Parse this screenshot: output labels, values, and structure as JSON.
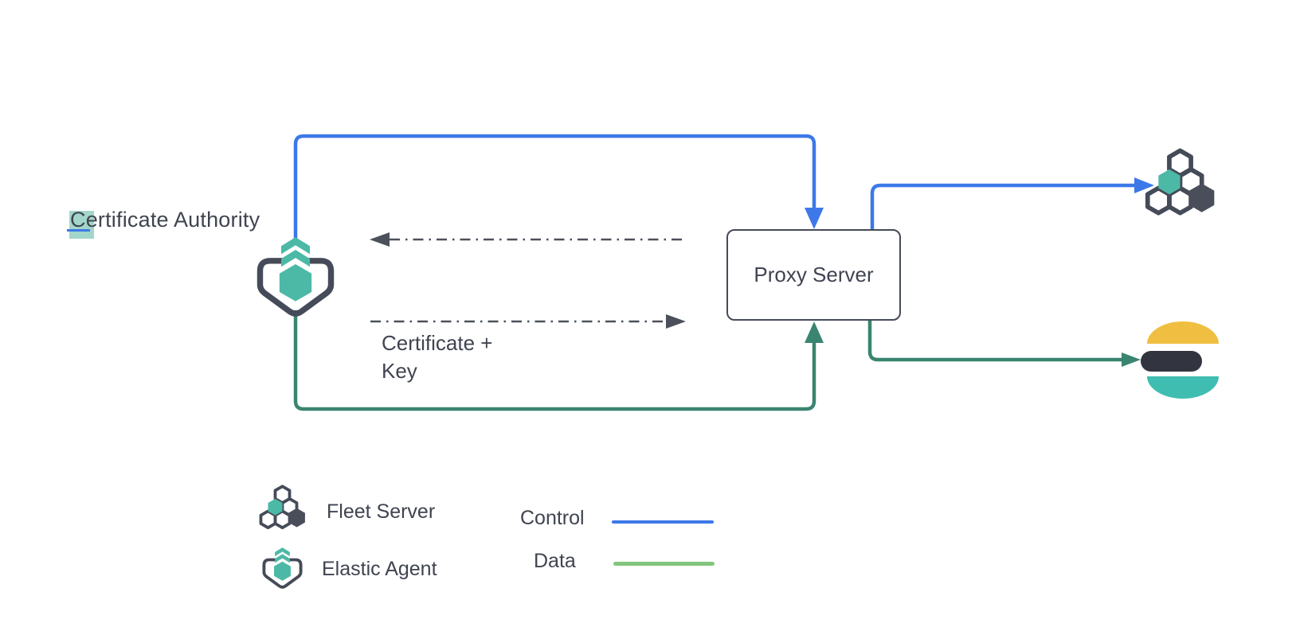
{
  "nodes": {
    "certificate_authority": {
      "label_first_letter": "C",
      "label_rest": "ertificate Authority"
    },
    "proxy_server": {
      "label": "Proxy Server"
    },
    "certificate_key": {
      "line1": "Certificate +",
      "line2": "Key"
    }
  },
  "legend": {
    "fleet_server_label": "Fleet Server",
    "elastic_agent_label": "Elastic Agent",
    "control_label": "Control",
    "data_label": "Data"
  },
  "icons": {
    "elastic_agent": "elastic-agent-icon",
    "fleet_server": "fleet-server-icon",
    "elasticsearch": "elasticsearch-icon"
  },
  "colors": {
    "control_blue": "#3c78e8",
    "data_green": "#3a8570",
    "data_legend_green": "#82c57d",
    "outline_dark": "#454b58",
    "dark_slate": "#4a4e5a",
    "teal": "#4cb9a6",
    "dash_gray": "#4b505a",
    "text_dark": "#3f4450",
    "highlight_teal": "#a3d6ca",
    "es_yellow": "#f0bf41",
    "es_dark": "#32353f",
    "es_teal": "#3fbdb1",
    "box_bg": "#ffffff"
  }
}
